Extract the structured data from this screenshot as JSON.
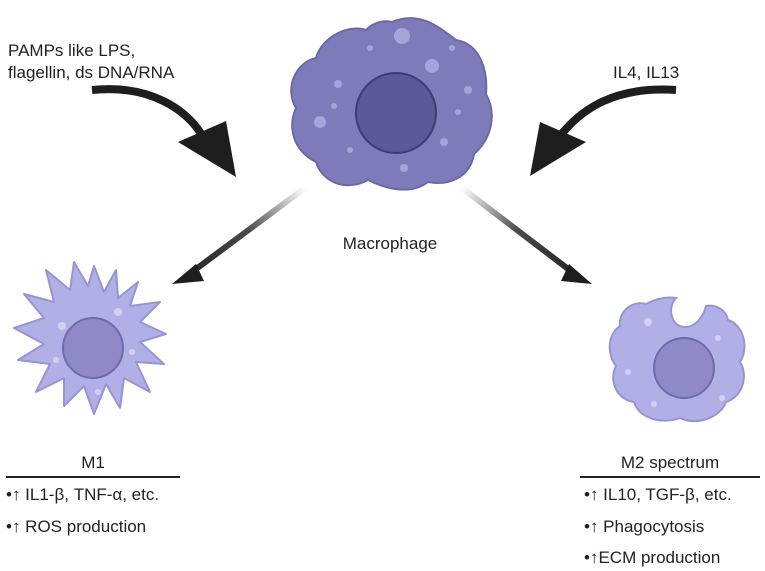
{
  "stimuli": {
    "m1_inducers": [
      "PAMPs like LPS,",
      "flagellin, ds DNA/RNA"
    ],
    "m2_inducers": "IL4, IL13"
  },
  "center_cell": {
    "label": "Macrophage"
  },
  "m1": {
    "title": "M1",
    "bullets": [
      "•↑ IL1-β, TNF-α, etc.",
      "•↑ ROS production"
    ]
  },
  "m2": {
    "title": "M2 spectrum",
    "bullets": [
      "•↑ IL10, TGF-β, etc.",
      "•↑ Phagocytosis",
      "•↑ECM production"
    ]
  },
  "colors": {
    "macrophage_body": "#7e7bbb",
    "macrophage_nucleus": "#5d5999",
    "m1_body": "#b1b0e6",
    "m1_nucleus": "#8f89c7",
    "m2_body": "#b1b0e6",
    "m2_nucleus": "#8f89c7",
    "arrow": "#1e1e1e"
  }
}
